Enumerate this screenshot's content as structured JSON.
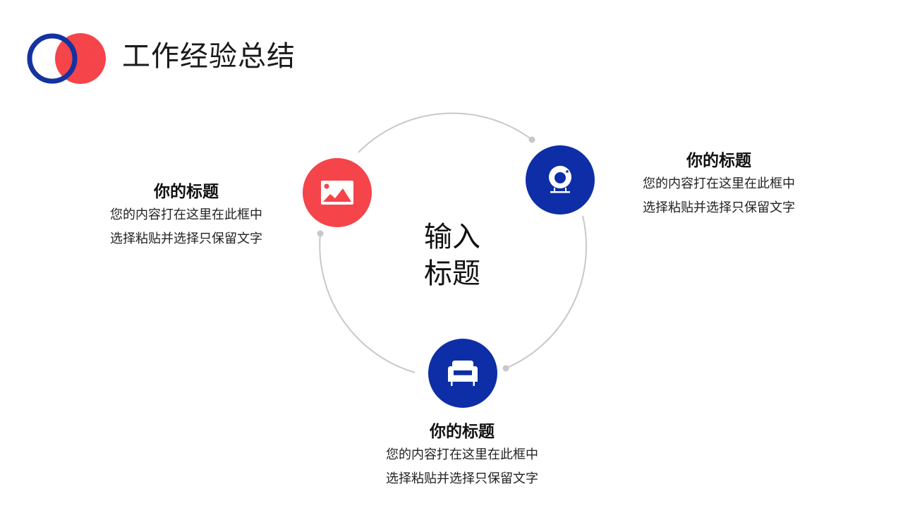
{
  "header": {
    "title": "工作经验总结",
    "logo": {
      "ring_color": "#1432a0",
      "circle_color": "#f5444a"
    }
  },
  "center": {
    "title_line1": "输入",
    "title_line2": "标题"
  },
  "colors": {
    "red": "#f5444a",
    "blue": "#0d2ea6",
    "ring": "#c8c8c8"
  },
  "items": [
    {
      "icon": "image-icon",
      "title": "你的标题",
      "line1": "您的内容打在这里在此框中",
      "line2": "选择粘贴并选择只保留文字"
    },
    {
      "icon": "webcam-icon",
      "title": "你的标题",
      "line1": "您的内容打在这里在此框中",
      "line2": "选择粘贴并选择只保留文字"
    },
    {
      "icon": "sofa-icon",
      "title": "你的标题",
      "line1": "您的内容打在这里在此框中",
      "line2": "选择粘贴并选择只保留文字"
    }
  ]
}
